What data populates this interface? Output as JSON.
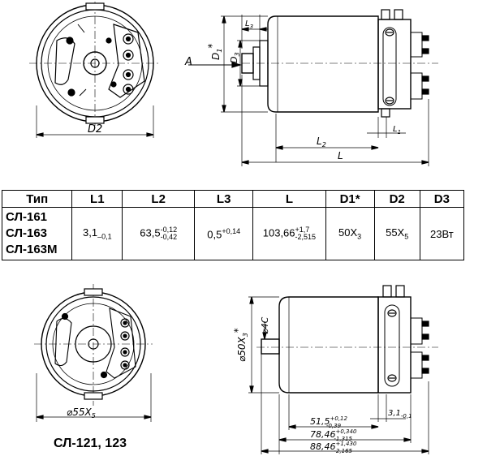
{
  "top_drawing": {
    "view_label": "A",
    "dims": {
      "D1": "D",
      "D1_sub": "1",
      "D1_star": "*",
      "D3": "D",
      "D3_sub": "3",
      "L1": "L",
      "L1_sub": "1",
      "L2": "L",
      "L2_sub": "2",
      "L3": "L",
      "L3_sub": "3",
      "L": "L",
      "D2": "D2"
    }
  },
  "table": {
    "headers": [
      "Тип",
      "L1",
      "L2",
      "L3",
      "L",
      "D1*",
      "D2",
      "D3"
    ],
    "types": [
      "СЛ-161",
      "СЛ-163",
      "СЛ-163М"
    ],
    "L1": {
      "base": "3,1",
      "sub": "–0,1"
    },
    "L2": {
      "base": "63,5",
      "sup": "-0,12",
      "sub": "-0,42"
    },
    "L3": {
      "base": "0,5",
      "sup": "+0,14"
    },
    "L": {
      "base": "103,66",
      "sup": "+1,7",
      "sub": "-2,515"
    },
    "D1": {
      "base": "50X",
      "sub": "3"
    },
    "D2": {
      "base": "55X",
      "sub": "5"
    },
    "D3": "23Вт"
  },
  "bottom_drawing": {
    "dia_d2": "⌀55X",
    "dia_d2_sub": "5",
    "dia_d1": "⌀50X",
    "dia_d1_sub": "3",
    "dia_d1_star": "*",
    "dia_shaft": "⌀4С",
    "l3": "3,1",
    "l3_sub": "-0,1",
    "l2": "51,5",
    "l2_sup": "+0,12",
    "l2_sub": "-0,39",
    "l": "78,46",
    "l_sup": "+0,340",
    "l_sub": "-1,315",
    "l_total": "88,46",
    "l_total_sup": "+1,430",
    "l_total_sub": "-2,165"
  },
  "caption": "СЛ-121, 123"
}
